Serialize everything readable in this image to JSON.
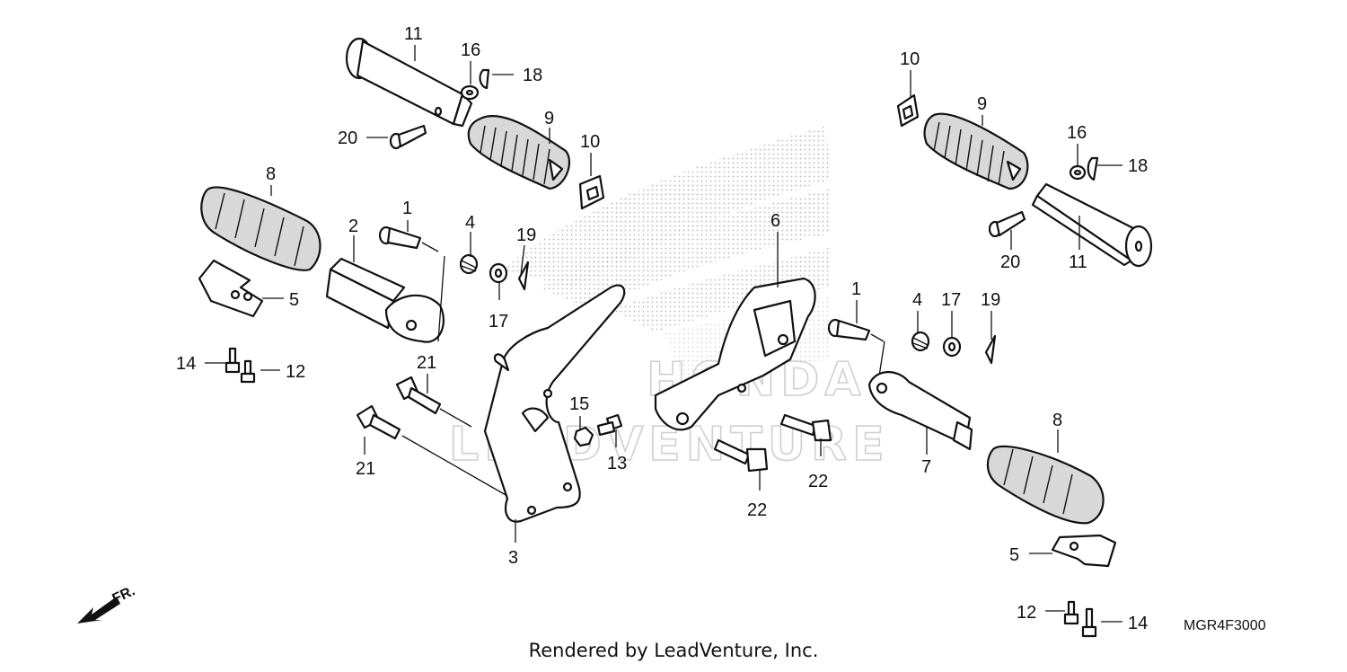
{
  "callouts": {
    "c11a": "11",
    "c16a": "16",
    "c18a": "18",
    "c20a": "20",
    "c9a": "9",
    "c10a": "10",
    "c8a": "8",
    "c1a": "1",
    "c2": "2",
    "c4a": "4",
    "c19a": "19",
    "c17a": "17",
    "c5a": "5",
    "c14a": "14",
    "c12a": "12",
    "c21a": "21",
    "c21b": "21",
    "c15": "15",
    "c13": "13",
    "c3": "3",
    "c6": "6",
    "c22a": "22",
    "c22b": "22",
    "c10b": "10",
    "c9b": "9",
    "c16b": "16",
    "c18b": "18",
    "c20b": "20",
    "c11b": "11",
    "c1b": "1",
    "c4b": "4",
    "c17b": "17",
    "c19b": "19",
    "c7": "7",
    "c8b": "8",
    "c5b": "5",
    "c12b": "12",
    "c14b": "14"
  },
  "watermark": {
    "line1": "HONDA",
    "line2": "LEADVENTURE"
  },
  "front_marker": "FR.",
  "diagram_code": "MGR4F3000",
  "caption": "Rendered by LeadVenture, Inc."
}
